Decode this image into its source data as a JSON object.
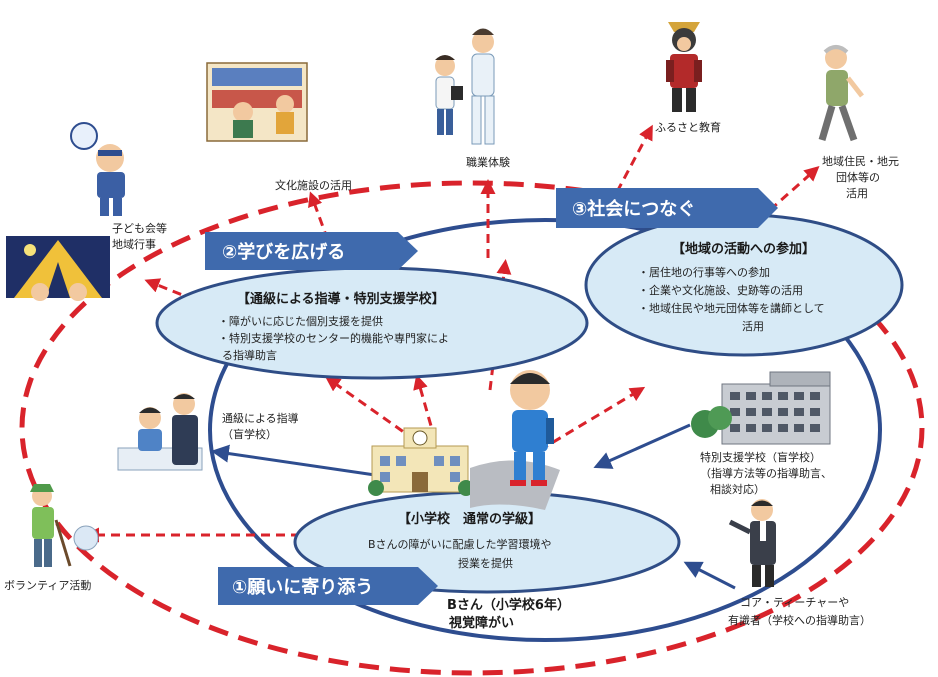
{
  "bands": {
    "support": "①願いに寄り添う",
    "learn": "②学びを広げる",
    "society": "③社会につなぐ"
  },
  "tsukyu_box": {
    "title": "【通級による指導・特別支援学校】",
    "lines": [
      "・障がいに応じた個別支援を提供",
      "・特別支援学校のセンター的機能や専門家によ",
      "る指導助言"
    ]
  },
  "chiiki_box": {
    "title": "【地域の活動への参加】",
    "lines": [
      "・居住地の行事等への参加",
      "・企業や文化施設、史跡等の活用",
      "・地域住民や地元団体等を講師として",
      "活用"
    ]
  },
  "school_box": {
    "title": "【小学校　通常の学級】",
    "lines": [
      "Bさんの障がいに配慮した学習環境や",
      "授業を提供"
    ]
  },
  "student": {
    "line1": "Bさん（小学校6年）",
    "line2": "視覚障がい"
  },
  "labels": {
    "culture": "文化施設の活用",
    "job": "職業体験",
    "furusato": "ふるさと教育",
    "residents": [
      "地域住民・地元",
      "団体等の",
      "活用"
    ],
    "kodomokai": [
      "子ども会等",
      "地域行事"
    ],
    "tsukyu_guide": [
      "通級による指導",
      "（盲学校）"
    ],
    "volunteer": "ボランティア活動",
    "special_school": [
      "特別支援学校（盲学校）",
      "（指導方法等の指導助言、",
      "相談対応）"
    ],
    "core_teacher": [
      "コア・ティーチャーや",
      "有識者（学校への指導助言）"
    ]
  },
  "colors": {
    "red_dash": "#d9232b",
    "navy": "#2e4d8f",
    "band_fill": "#3f6aad",
    "bubble_fill": "#d7eaf6",
    "bubble_stroke": "#2f4d86"
  },
  "icons": [
    "culture-facility-icon",
    "job-experience-icon",
    "samurai-icon",
    "elderly-walker-icon",
    "festival-child-icon",
    "camping-tent-icon",
    "tutoring-icon",
    "volunteer-icon",
    "special-school-building-icon",
    "teacher-icon",
    "elementary-school-icon",
    "student-boy-icon"
  ]
}
